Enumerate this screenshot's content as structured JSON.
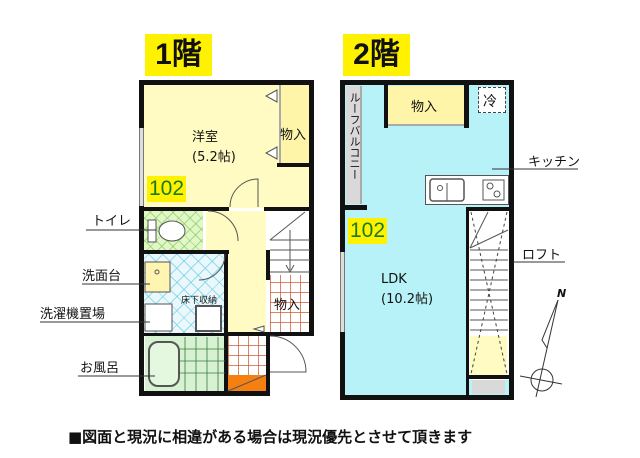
{
  "floors": [
    {
      "title": "1階",
      "unit_number": "102",
      "rooms": {
        "western_room": {
          "name": "洋室",
          "size": "(5.2帖)"
        },
        "closet_top": "物入",
        "closet_mid": "物入",
        "underfloor_storage": "床下収納"
      },
      "callouts": [
        "トイレ",
        "洗面台",
        "洗濯機置場",
        "お風呂"
      ]
    },
    {
      "title": "2階",
      "unit_number": "102",
      "rooms": {
        "ldk": {
          "name": "LDK",
          "size": "(10.2帖)"
        },
        "closet": "物入",
        "fridge": "冷",
        "roof_balcony": "ルーフバルコニー"
      },
      "callouts": [
        "キッチン",
        "ロフト"
      ],
      "compass_label": "N"
    }
  ],
  "footer_note": "■図面と現況に相違がある場合は現況優先とさせて頂きます",
  "colors": {
    "title_bg": "#fff200",
    "unit_text": "#1a7a1a",
    "room_yellow": "#fffbc2",
    "ldk_cyan": "#b6f2f8",
    "bath_green": "#d6f2d2",
    "entrance_orange": "#f57f10",
    "balcony_gray": "#d9d9d9"
  }
}
